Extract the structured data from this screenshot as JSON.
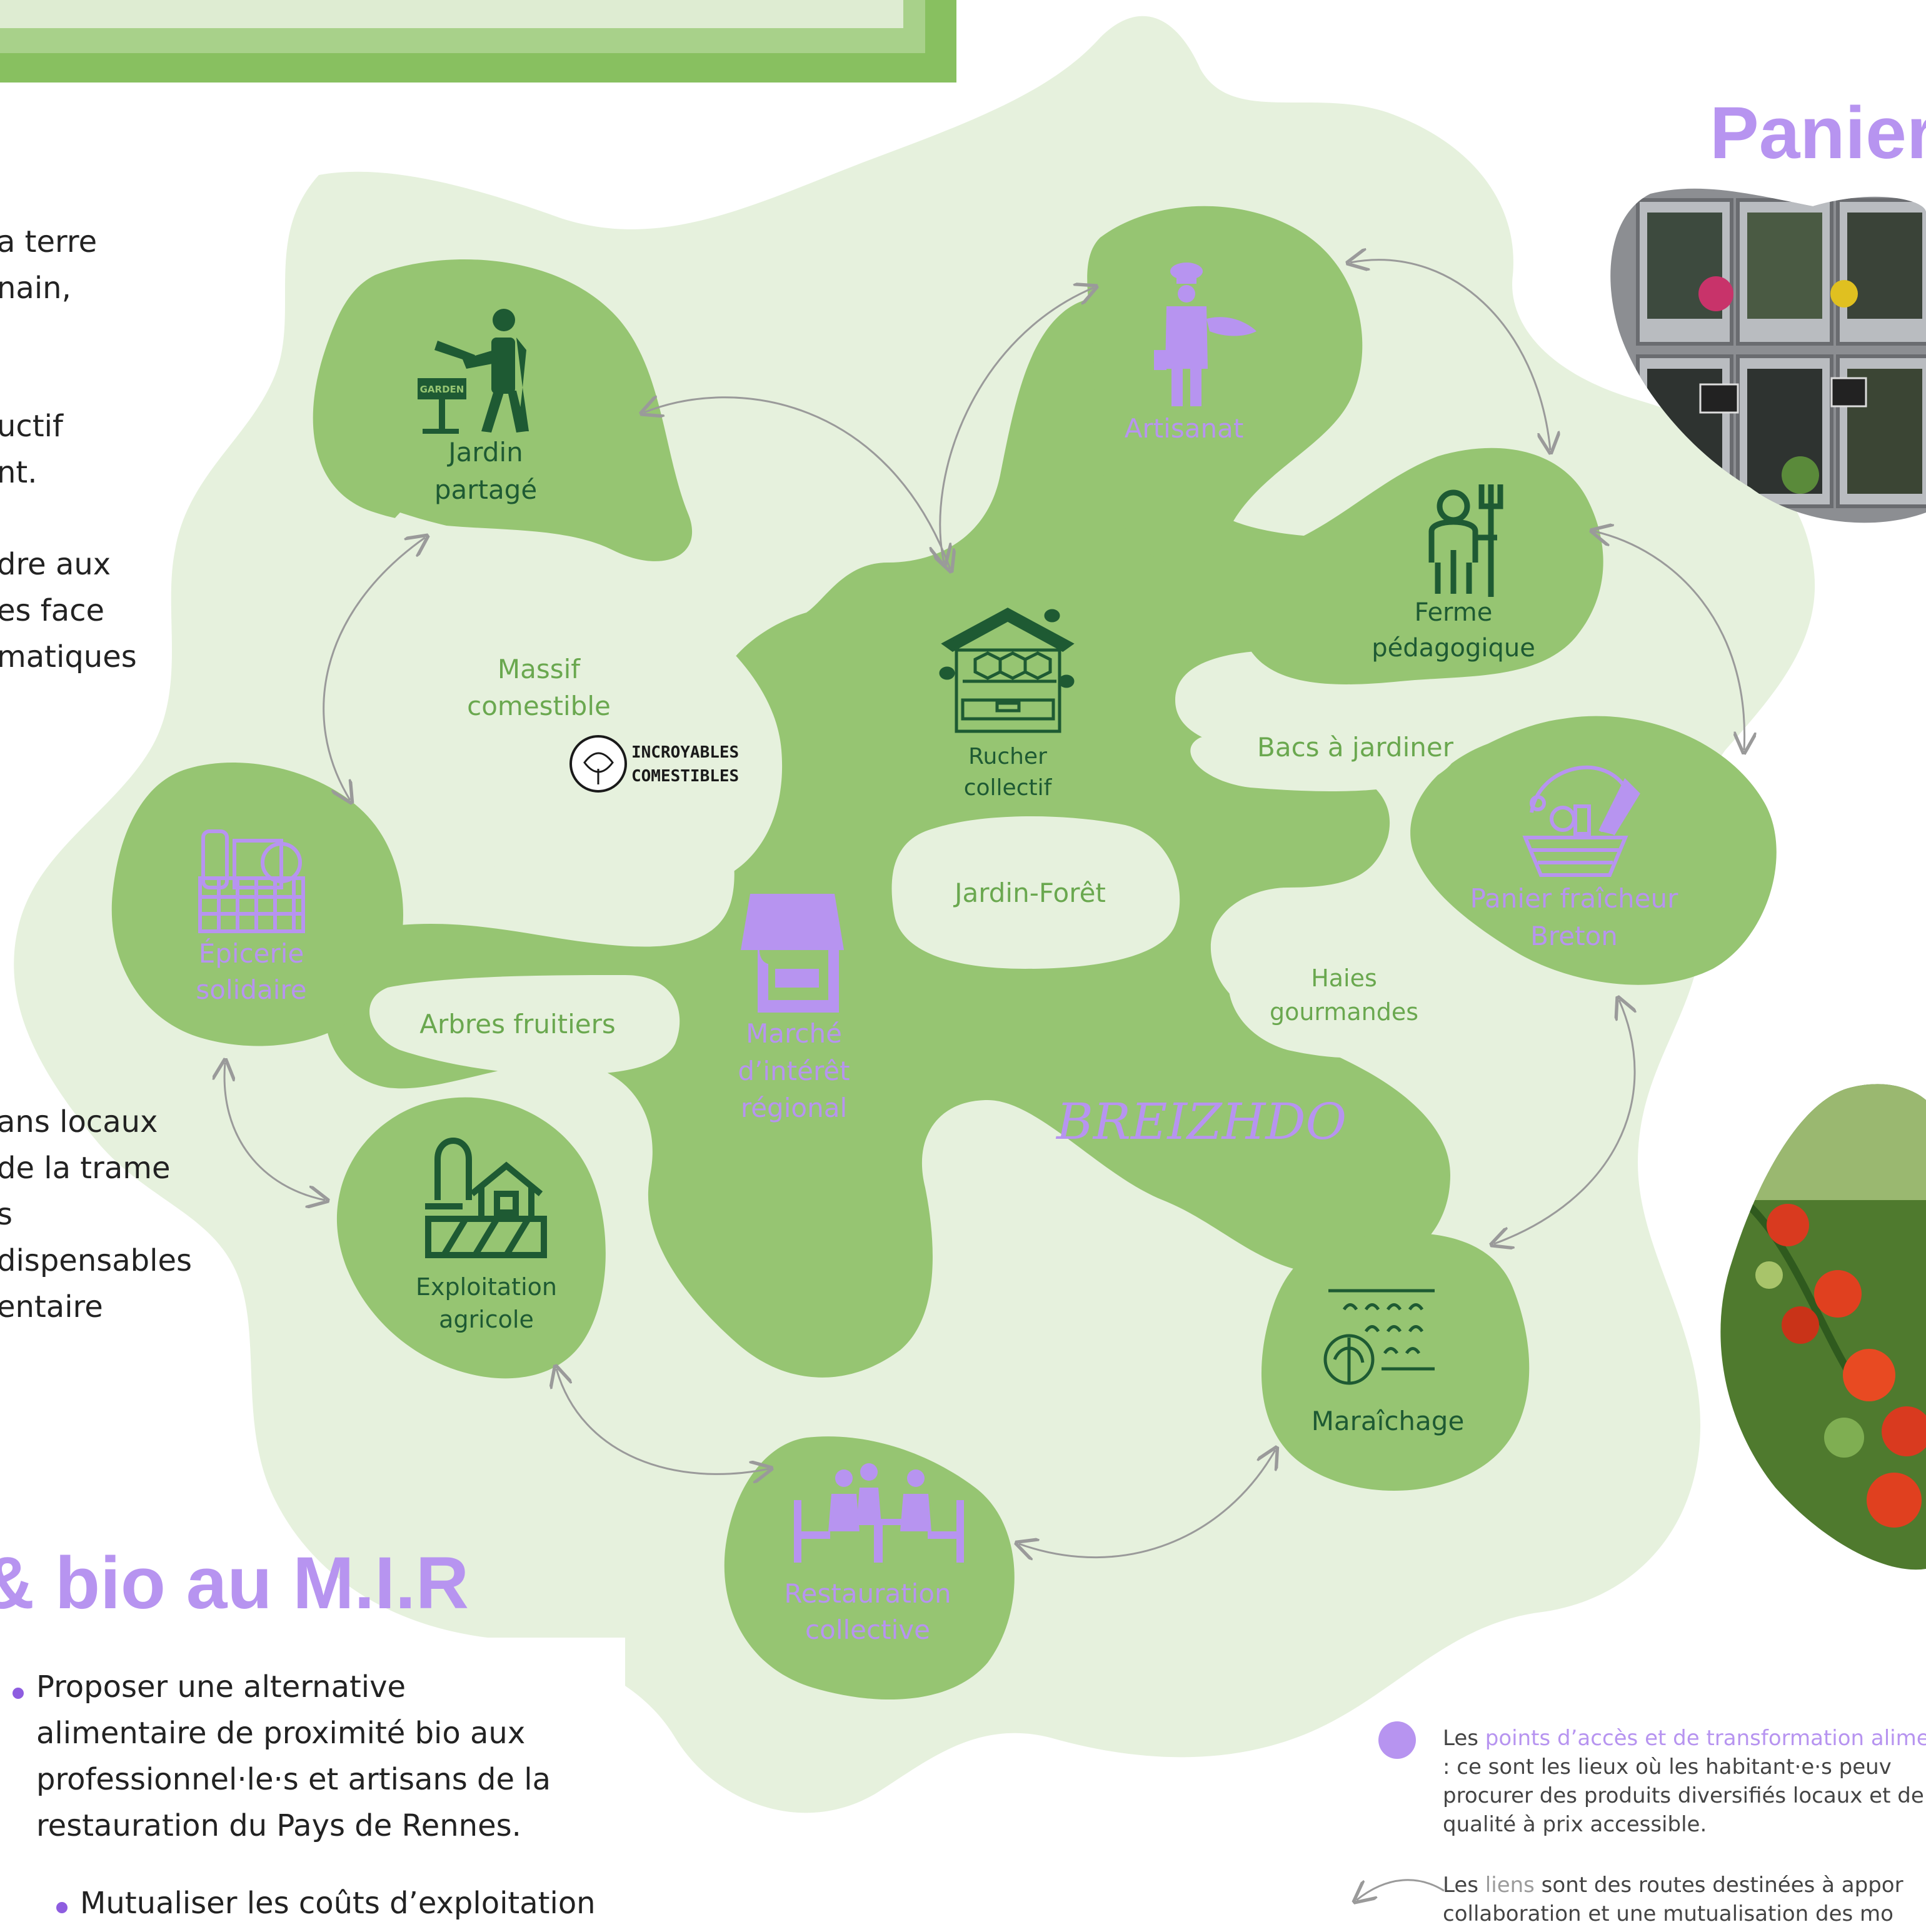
{
  "nodes": {
    "jardin_partage": {
      "line1": "Jardin",
      "line2": "partagé"
    },
    "artisanat": {
      "label": "Artisanat"
    },
    "ferme": {
      "line1": "Ferme",
      "line2": "pédagogique"
    },
    "panier": {
      "line1": "Panier fraîcheur",
      "line2": "Breton"
    },
    "maraichage": {
      "label": "Maraîchage"
    },
    "restauration": {
      "line1": "Restauration",
      "line2": "collective"
    },
    "exploitation": {
      "line1": "Exploitation",
      "line2": "agricole"
    },
    "epicerie": {
      "line1": "Épicerie",
      "line2": "solidaire"
    },
    "marche": {
      "line1": "Marché",
      "line2": "d’intérêt",
      "line3": "régional"
    },
    "rucher": {
      "line1": "Rucher",
      "line2": "collectif"
    }
  },
  "areas": {
    "massif": {
      "line1": "Massif",
      "line2": "comestible"
    },
    "bacs": "Bacs à jardiner",
    "jardin_foret": "Jardin-Forêt",
    "haies": {
      "line1": "Haies",
      "line2": "gourmandes"
    },
    "arbres": "Arbres fruitiers"
  },
  "icons": {
    "garden_sign": "GARDEN",
    "incroyables_logo": {
      "line1": "INCROYABLES",
      "line2": "COMESTIBLES"
    },
    "breizhdo_logo": "BREIZHDO"
  },
  "titles": {
    "right": "Panier",
    "bottom": "& bio au M.I.R"
  },
  "left_text": [
    "a terre",
    "nain,",
    "uctif",
    "nt.",
    "dre aux",
    "es face",
    "matiques",
    "ans locaux",
    " de la trame",
    "s",
    "dispensables",
    "entaire"
  ],
  "bullets": {
    "main": "Proposer une alternative alimentaire de proximité bio aux professionnel·le·s et artisans de la restauration du Pays de Rennes.",
    "main_lines": [
      "Proposer une alternative",
      "alimentaire de proximité bio aux",
      "professionnel·le·s et artisans de la",
      "restauration du Pays de Rennes."
    ],
    "second": "Mutualiser les coûts d’exploitation"
  },
  "legend": {
    "points_prefix": "Les ",
    "points_highlight": "points d’accès et de transformation alime",
    "points_lines": [
      ": ce sont les lieux où les habitant·e·s peuv",
      "procurer des produits diversifiés locaux et de",
      "qualité à prix accessible."
    ],
    "liens_prefix": "Les ",
    "liens_highlight": "liens",
    "liens_rest": " sont des routes destinées à appor",
    "liens_line2": "collaboration et une mutualisation des mo"
  },
  "colors": {
    "outer_blob": "#e6f1dd",
    "inner_blob": "#96c572",
    "dark_green": "#1e5a33",
    "purple": "#b794f0",
    "light_green_text": "#6aa84f",
    "arrow": "#9a9a9a"
  }
}
